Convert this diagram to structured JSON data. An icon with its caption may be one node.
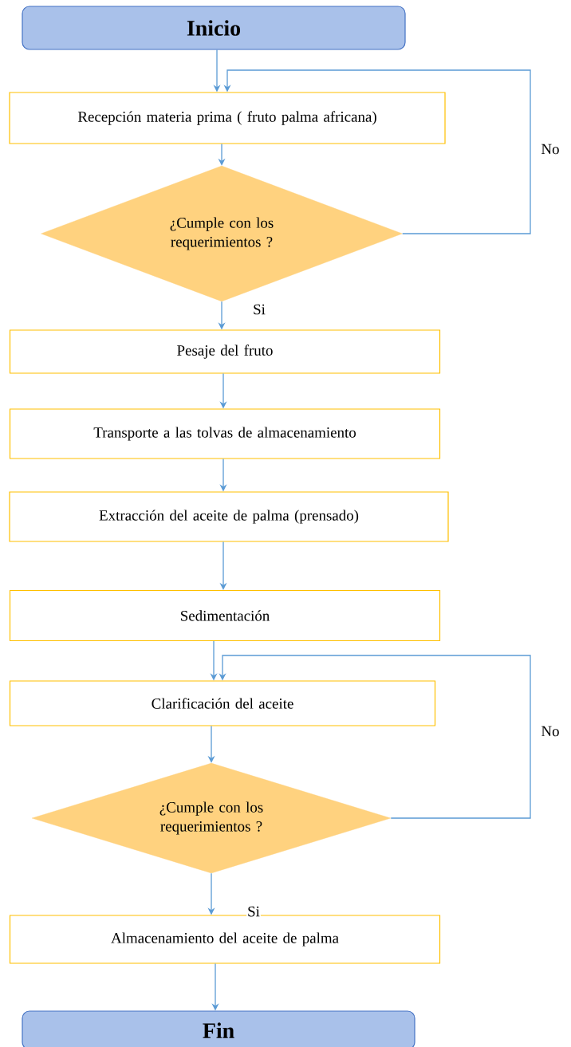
{
  "diagram": {
    "nodes": [
      {
        "text": [
          "Inicio"
        ]
      },
      {
        "text": [
          "Recepción materia prima ( fruto palma africana)"
        ]
      },
      {
        "text": [
          "¿Cumple con los requerimientos ?"
        ]
      },
      {
        "text": [
          "Pesaje del fruto"
        ]
      },
      {
        "text": [
          "Transporte a las tolvas de almacenamiento"
        ]
      },
      {
        "text": [
          "Extracción del aceite de palma (prensado)"
        ]
      },
      {
        "text": [
          "Sedimentación"
        ]
      },
      {
        "text": [
          "Clarificación del aceite"
        ]
      },
      {
        "text": [
          "¿Cumple con los requerimientos ?"
        ]
      },
      {
        "text": [
          "Almacenamiento del aceite de palma"
        ]
      },
      {
        "text": [
          "Fin"
        ]
      }
    ],
    "edges": [
      {
        "from": 0,
        "to": 1,
        "arrow": "to"
      },
      {
        "from": 1,
        "to": 2,
        "arrow": "to"
      },
      {
        "from": 2,
        "to": 1,
        "arrow": "to",
        "label": "No"
      },
      {
        "from": 2,
        "to": 3,
        "arrow": "to",
        "label": "Si"
      },
      {
        "from": 3,
        "to": 4,
        "arrow": "to"
      },
      {
        "from": 4,
        "to": 5,
        "arrow": "to"
      },
      {
        "from": 5,
        "to": 6,
        "arrow": "to"
      },
      {
        "from": 6,
        "to": 7,
        "arrow": "to"
      },
      {
        "from": 7,
        "to": 8,
        "arrow": "to"
      },
      {
        "from": 8,
        "to": 7,
        "arrow": "to",
        "label": "No"
      },
      {
        "from": 8,
        "to": 9,
        "arrow": "to",
        "label": "Si"
      },
      {
        "from": 9,
        "to": 10,
        "arrow": "to"
      }
    ]
  }
}
